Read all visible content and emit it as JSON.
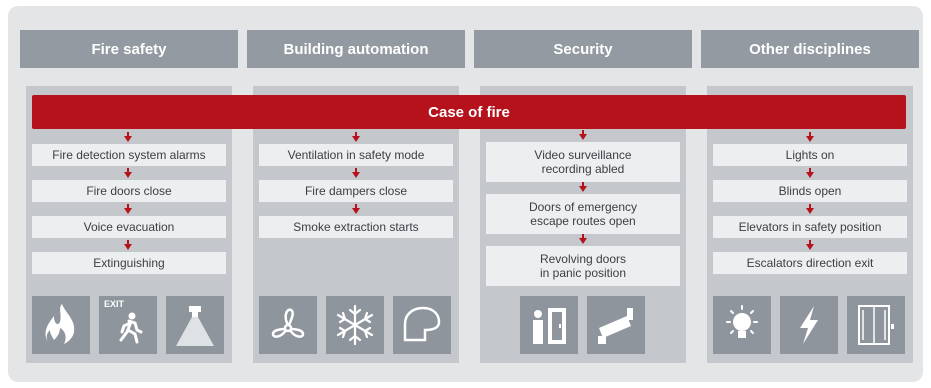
{
  "headers": [
    "Fire safety",
    "Building automation",
    "Security",
    "Other disciplines"
  ],
  "banner": "Case of fire",
  "columns": [
    {
      "steps": [
        "Fire detection system alarms",
        "Fire doors close",
        "Voice evacuation",
        "Extinguishing"
      ],
      "icons": [
        "fire-icon",
        "exit-sign-icon",
        "sprinkler-icon"
      ]
    },
    {
      "steps": [
        "Ventilation in safety mode",
        "Fire dampers close",
        "Smoke extraction starts"
      ],
      "icons": [
        "fan-icon",
        "snowflake-icon",
        "smoke-extractor-icon"
      ]
    },
    {
      "steps": [
        "Video surveillance\nrecording abled",
        "Doors of emergency\nescape routes open",
        "Revolving doors\nin panic position"
      ],
      "icons": [
        "door-icon",
        "camera-icon"
      ]
    },
    {
      "steps": [
        "Lights on",
        "Blinds open",
        "Elevators in safety position",
        "Escalators direction exit"
      ],
      "icons": [
        "lightbulb-icon",
        "lightning-icon",
        "elevator-icon"
      ]
    }
  ],
  "exit_sign_text": "EXIT",
  "colors": {
    "accent": "#b5121b",
    "header": "#939aa1",
    "panel": "#c4c8cc",
    "box": "#eceeef",
    "icon_bg": "#8f959c"
  }
}
